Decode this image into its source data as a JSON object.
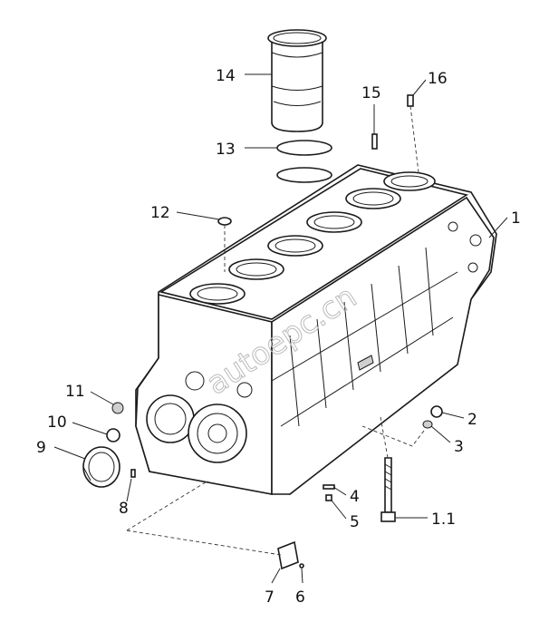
{
  "callouts": [
    {
      "id": "c1",
      "text": "1"
    },
    {
      "id": "c11b",
      "text": "1.1"
    },
    {
      "id": "c2",
      "text": "2"
    },
    {
      "id": "c3",
      "text": "3"
    },
    {
      "id": "c4",
      "text": "4"
    },
    {
      "id": "c5",
      "text": "5"
    },
    {
      "id": "c6",
      "text": "6"
    },
    {
      "id": "c7",
      "text": "7"
    },
    {
      "id": "c8",
      "text": "8"
    },
    {
      "id": "c9",
      "text": "9"
    },
    {
      "id": "c10",
      "text": "10"
    },
    {
      "id": "c11",
      "text": "11"
    },
    {
      "id": "c12",
      "text": "12"
    },
    {
      "id": "c13",
      "text": "13"
    },
    {
      "id": "c14",
      "text": "14"
    },
    {
      "id": "c15",
      "text": "15"
    },
    {
      "id": "c16",
      "text": "16"
    }
  ],
  "watermark": "autoepc.cn"
}
